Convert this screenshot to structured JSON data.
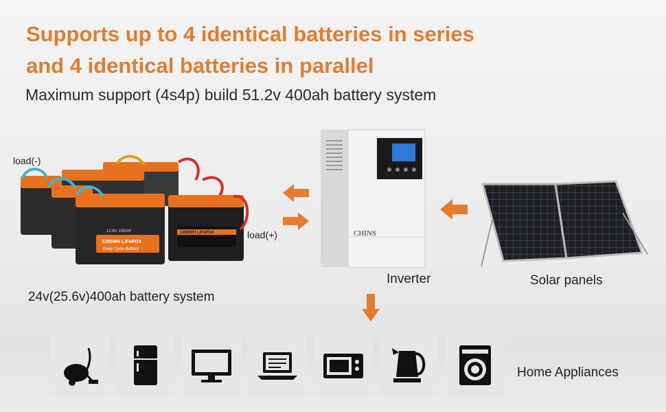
{
  "header": {
    "title_line1": "Supports up to 4 identical batteries in series",
    "title_line2": "and 4 identical batteries in parallel",
    "subtitle": "Maximum support (4s4p) build 51.2v 400ah battery system"
  },
  "battery_bank": {
    "load_negative": "load(-)",
    "load_positive": "load(+)",
    "system_label": "24v(25.6v)400ah battery system",
    "battery_spec": "12.8V 100AH",
    "battery_capacity": "1280WH LiFePO4",
    "battery_type": "Deep Cycle Battery"
  },
  "inverter": {
    "brand": "CHINS",
    "label": "Inverter"
  },
  "solar": {
    "label": "Solar panels"
  },
  "appliances": {
    "label": "Home Appliances",
    "items": [
      {
        "icon": "vacuum-cleaner-icon"
      },
      {
        "icon": "refrigerator-icon"
      },
      {
        "icon": "monitor-icon"
      },
      {
        "icon": "laptop-icon"
      },
      {
        "icon": "microwave-icon"
      },
      {
        "icon": "kettle-icon"
      },
      {
        "icon": "washing-machine-icon"
      }
    ]
  },
  "colors": {
    "accent_orange": "#e47c2e",
    "text_dark": "#222222",
    "appliance_tile": "#e6e6e6",
    "battery_orange": "#e8711f",
    "battery_body": "#2b2b2b"
  }
}
